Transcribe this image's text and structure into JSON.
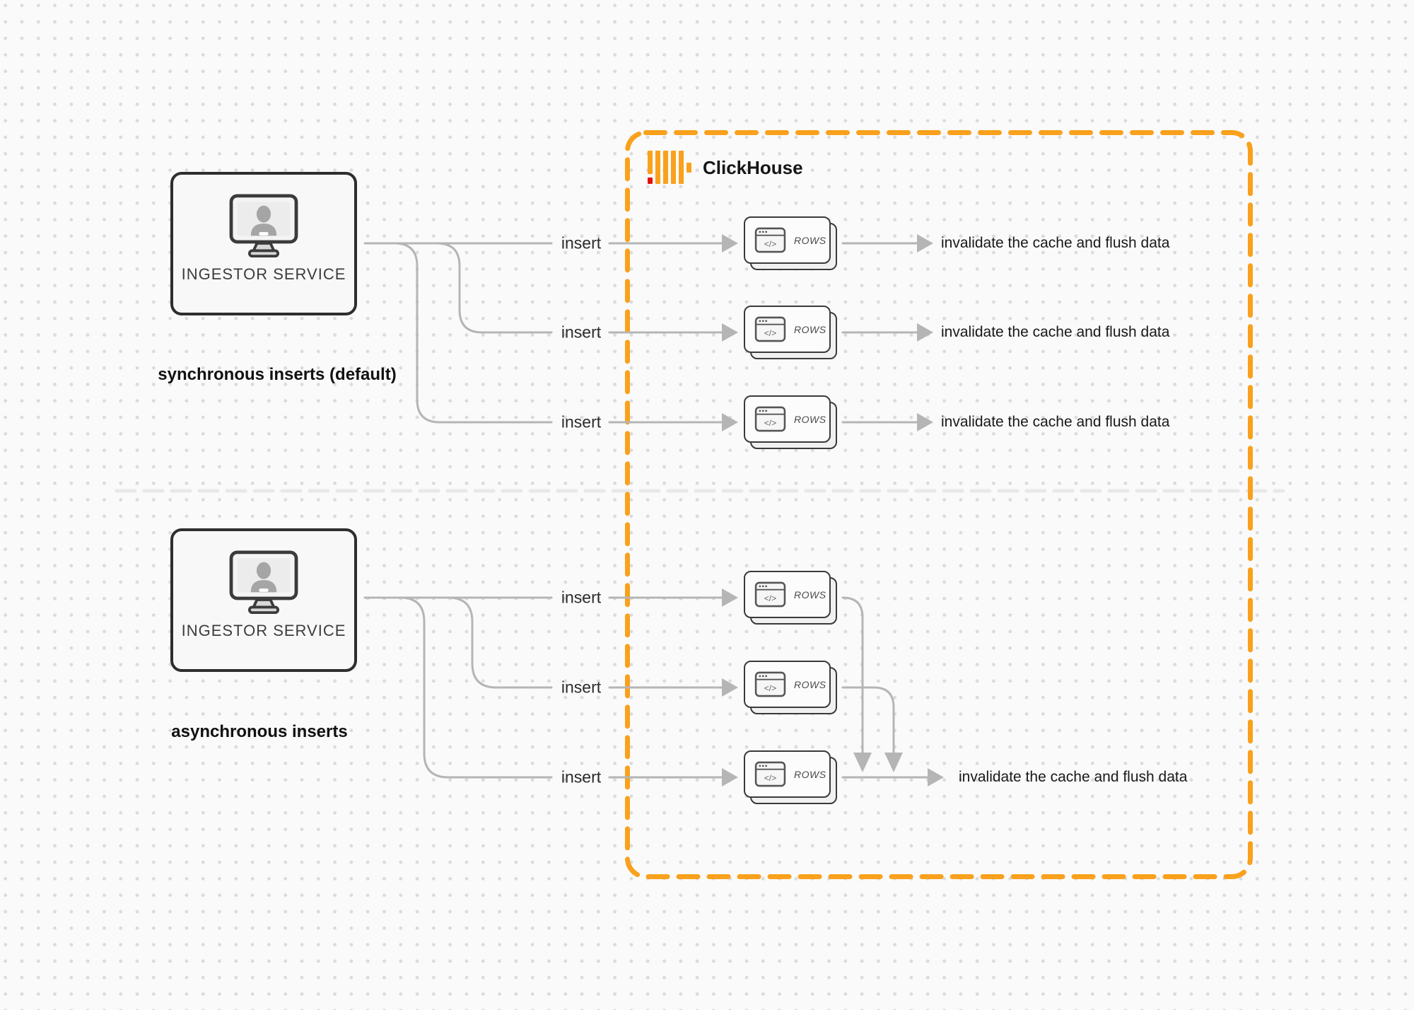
{
  "colors": {
    "accent_orange": "#f9a11c",
    "logo_red": "#e3100c",
    "connector_gray": "#b5b5b5"
  },
  "icons": {
    "code_glyph": "</>"
  },
  "clickhouse_group": {
    "title": "ClickHouse"
  },
  "sync_section": {
    "caption": "synchronous inserts (default)",
    "ingestor": {
      "label": "INGESTOR SERVICE"
    },
    "rows": [
      {
        "insert": "insert",
        "rows": "ROWS",
        "result": "invalidate the cache and flush data"
      },
      {
        "insert": "insert",
        "rows": "ROWS",
        "result": "invalidate the cache and flush data"
      },
      {
        "insert": "insert",
        "rows": "ROWS",
        "result": "invalidate the cache and flush data"
      }
    ]
  },
  "async_section": {
    "caption": "asynchronous inserts",
    "ingestor": {
      "label": "INGESTOR SERVICE"
    },
    "rows": [
      {
        "insert": "insert",
        "rows": "ROWS"
      },
      {
        "insert": "insert",
        "rows": "ROWS"
      },
      {
        "insert": "insert",
        "rows": "ROWS",
        "result": "invalidate the cache and flush data"
      }
    ]
  }
}
